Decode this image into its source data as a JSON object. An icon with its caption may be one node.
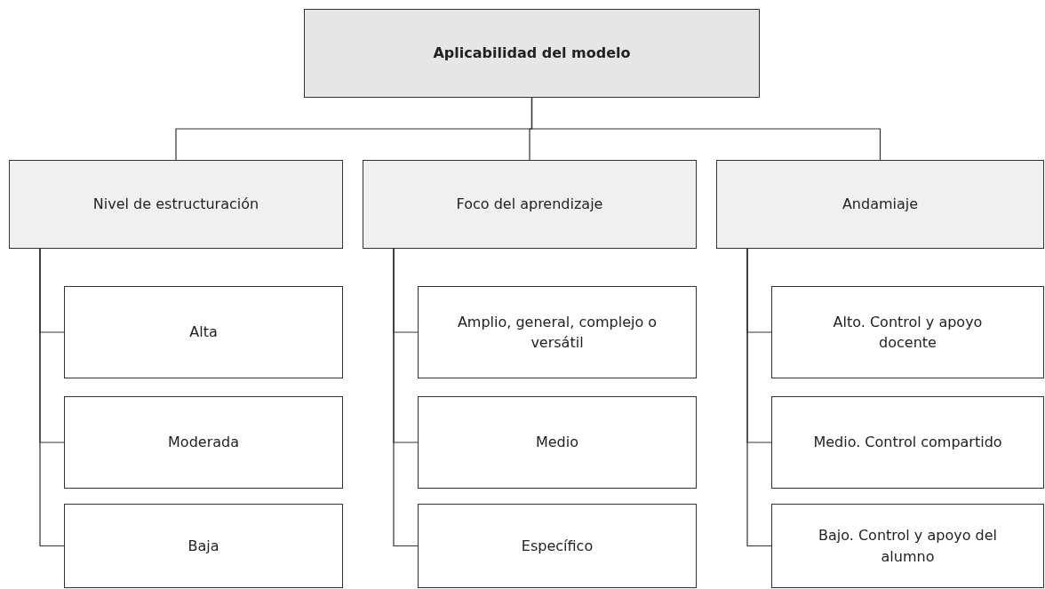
{
  "diagram": {
    "nodes": [
      {
        "text": [
          "Aplicabilidad del modelo"
        ]
      },
      {
        "text": [
          "Nivel de estructuración"
        ]
      },
      {
        "text": [
          "Foco del aprendizaje"
        ]
      },
      {
        "text": [
          "Andamiaje"
        ]
      },
      {
        "text": [
          "Alta"
        ]
      },
      {
        "text": [
          "Moderada"
        ]
      },
      {
        "text": [
          "Baja"
        ]
      },
      {
        "text": [
          "Amplio, general, complejo o versátil"
        ]
      },
      {
        "text": [
          "Medio"
        ]
      },
      {
        "text": [
          "Específico"
        ]
      },
      {
        "text": [
          "Alto. Control y apoyo docente"
        ]
      },
      {
        "text": [
          "Medio. Control compartido"
        ]
      },
      {
        "text": [
          "Bajo. Control y apoyo del alumno"
        ]
      }
    ],
    "edges": [
      {
        "from": 0,
        "to": 1,
        "arrow": "none"
      },
      {
        "from": 0,
        "to": 2,
        "arrow": "none"
      },
      {
        "from": 0,
        "to": 3,
        "arrow": "none"
      },
      {
        "from": 1,
        "to": 4,
        "arrow": "none"
      },
      {
        "from": 1,
        "to": 5,
        "arrow": "none"
      },
      {
        "from": 1,
        "to": 6,
        "arrow": "none"
      },
      {
        "from": 2,
        "to": 7,
        "arrow": "none"
      },
      {
        "from": 2,
        "to": 8,
        "arrow": "none"
      },
      {
        "from": 2,
        "to": 9,
        "arrow": "none"
      },
      {
        "from": 3,
        "to": 10,
        "arrow": "none"
      },
      {
        "from": 3,
        "to": 11,
        "arrow": "none"
      },
      {
        "from": 3,
        "to": 12,
        "arrow": "none"
      }
    ]
  }
}
